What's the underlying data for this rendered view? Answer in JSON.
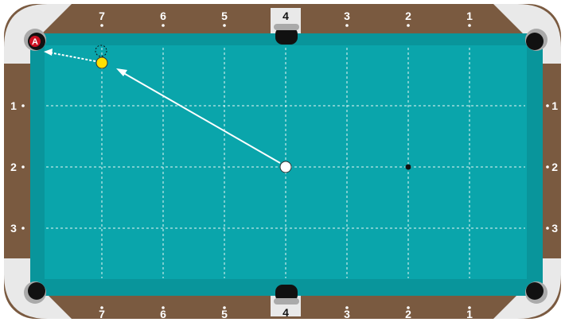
{
  "colors": {
    "rail": "#7a5a40",
    "cloth": "#0aa5ab",
    "cushion": "#09959b",
    "corner_cap": "#e9e9e9",
    "pocket": "#111111",
    "grid": "#e8f6f6",
    "object_ball": "#ffe000",
    "cue_ball": "#ffffff",
    "target_pocket_marker": "#cc1122"
  },
  "diamonds": {
    "top": [
      "7",
      "6",
      "5",
      "4",
      "3",
      "2",
      "1"
    ],
    "bottom": [
      "7",
      "6",
      "5",
      "4",
      "3",
      "2",
      "1"
    ],
    "left": [
      "1",
      "2",
      "3"
    ],
    "right": [
      "1",
      "2",
      "3"
    ]
  },
  "pocket_label": "A",
  "balls": {
    "object_ball": "yellow",
    "cue_ball": "white",
    "spot": "black"
  }
}
